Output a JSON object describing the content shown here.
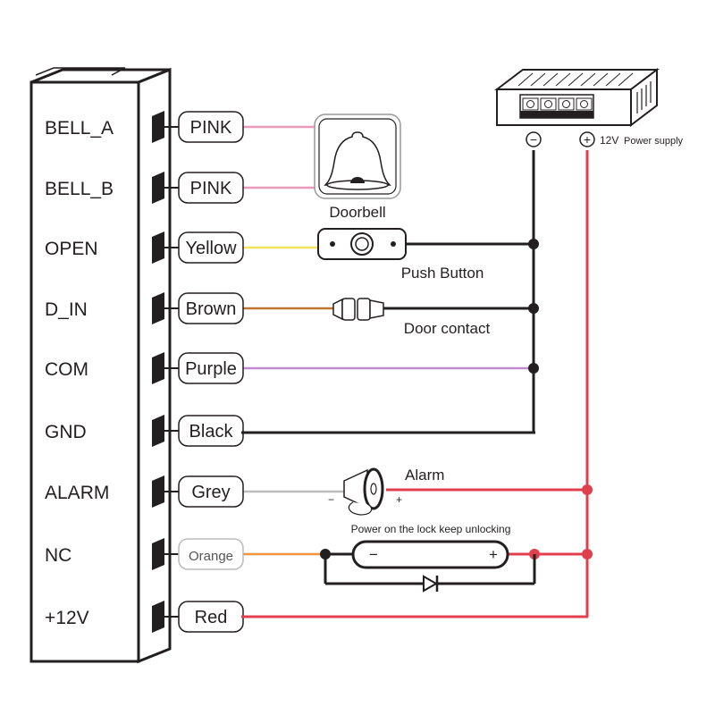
{
  "controller": {
    "terminals": [
      {
        "name": "BELL_A",
        "wire": "PINK",
        "wire_color": "#e89ab8"
      },
      {
        "name": "BELL_B",
        "wire": "PINK",
        "wire_color": "#e89ab8"
      },
      {
        "name": "OPEN",
        "wire": "Yellow",
        "wire_color": "#f2e35a"
      },
      {
        "name": "D_IN",
        "wire": "Brown",
        "wire_color": "#c0752a"
      },
      {
        "name": "COM",
        "wire": "Purple",
        "wire_color": "#c08ad0"
      },
      {
        "name": "GND",
        "wire": "Black",
        "wire_color": "#231f20"
      },
      {
        "name": "ALARM",
        "wire": "Grey",
        "wire_color": "#bdbdbd"
      },
      {
        "name": "NC",
        "wire": "Orange",
        "wire_color": "#f0953a"
      },
      {
        "name": "+12V",
        "wire": "Red",
        "wire_color": "#e0404e"
      }
    ]
  },
  "components": {
    "doorbell": "Doorbell",
    "push_button": "Push Button",
    "door_contact": "Door contact",
    "alarm": "Alarm",
    "alarm_minus": "−",
    "alarm_plus": "+",
    "lock_note": "Power on the lock keep unlocking",
    "lock_minus": "−",
    "lock_plus": "+"
  },
  "power_supply": {
    "minus_symbol": "−",
    "plus_symbol": "+",
    "voltage": "12V",
    "label": "Power supply"
  },
  "colors": {
    "ground_line": "#231f20",
    "positive_line": "#e0404e"
  }
}
